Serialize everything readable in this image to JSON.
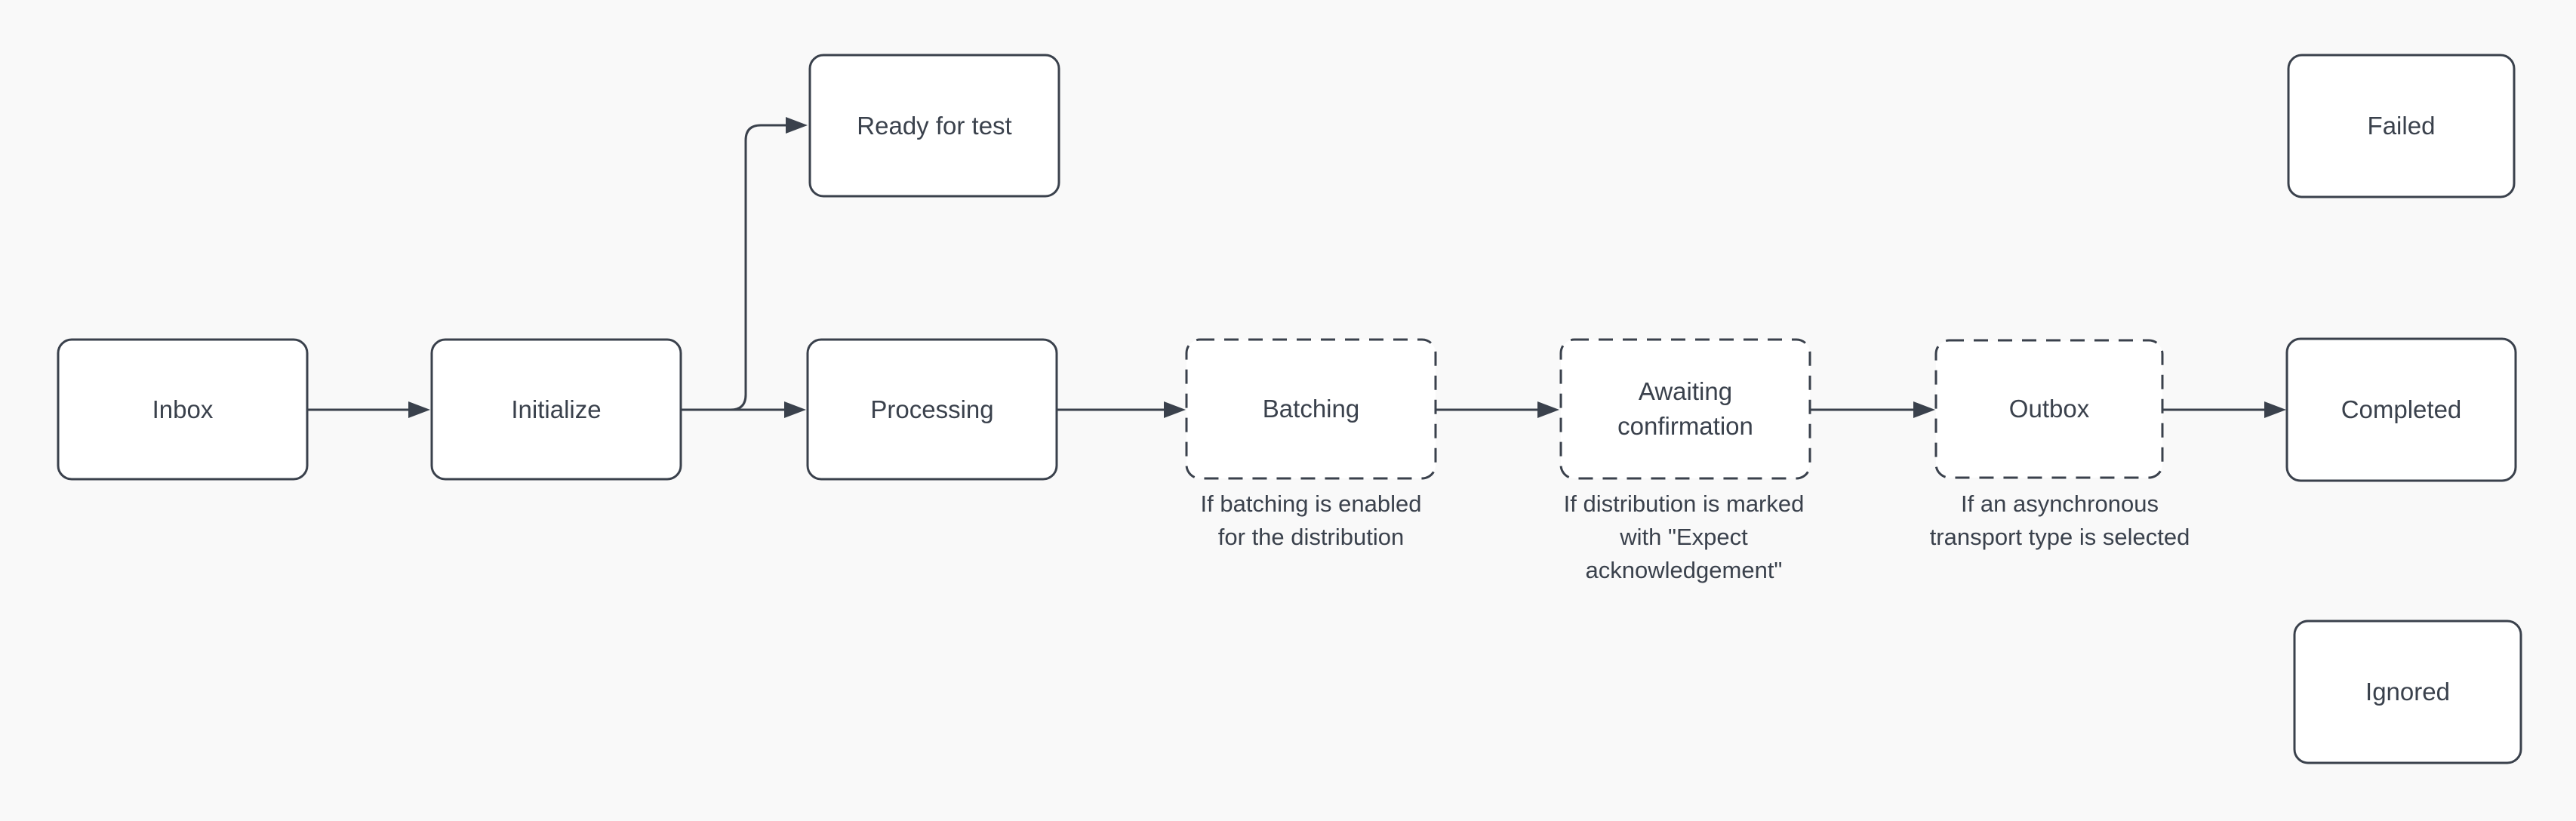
{
  "diagram": {
    "type": "flowchart",
    "background_color": "#F9F9F9",
    "stroke_color": "#3A414C",
    "text_color": "#3A414C",
    "node_fill": "#FFFFFF",
    "nodes": [
      {
        "id": "inbox",
        "label": "Inbox",
        "style": "solid"
      },
      {
        "id": "initialize",
        "label": "Initialize",
        "style": "solid"
      },
      {
        "id": "ready-for-test",
        "label": "Ready for test",
        "style": "solid"
      },
      {
        "id": "processing",
        "label": "Processing",
        "style": "solid"
      },
      {
        "id": "batching",
        "label": "Batching",
        "style": "dashed",
        "caption": "If batching is enabled for the distribution",
        "caption_lines": [
          "If batching is enabled",
          "for the distribution"
        ]
      },
      {
        "id": "awaiting-confirmation",
        "label": "Awaiting confirmation",
        "style": "dashed",
        "caption": "If distribution is marked with \"Expect acknowledgement\"",
        "caption_lines": [
          "If distribution is marked",
          "with \"Expect",
          "acknowledgement\""
        ]
      },
      {
        "id": "outbox",
        "label": "Outbox",
        "style": "dashed",
        "caption": "If an asynchronous transport type is selected",
        "caption_lines": [
          "If an asynchronous",
          "transport type is selected"
        ]
      },
      {
        "id": "completed",
        "label": "Completed",
        "style": "solid"
      },
      {
        "id": "failed",
        "label": "Failed",
        "style": "solid"
      },
      {
        "id": "ignored",
        "label": "Ignored",
        "style": "solid"
      }
    ],
    "edges": [
      {
        "from": "Inbox",
        "to": "Initialize"
      },
      {
        "from": "Initialize",
        "to": "Ready for test"
      },
      {
        "from": "Initialize",
        "to": "Processing"
      },
      {
        "from": "Processing",
        "to": "Batching"
      },
      {
        "from": "Batching",
        "to": "Awaiting confirmation"
      },
      {
        "from": "Awaiting confirmation",
        "to": "Outbox"
      },
      {
        "from": "Outbox",
        "to": "Completed"
      }
    ]
  }
}
